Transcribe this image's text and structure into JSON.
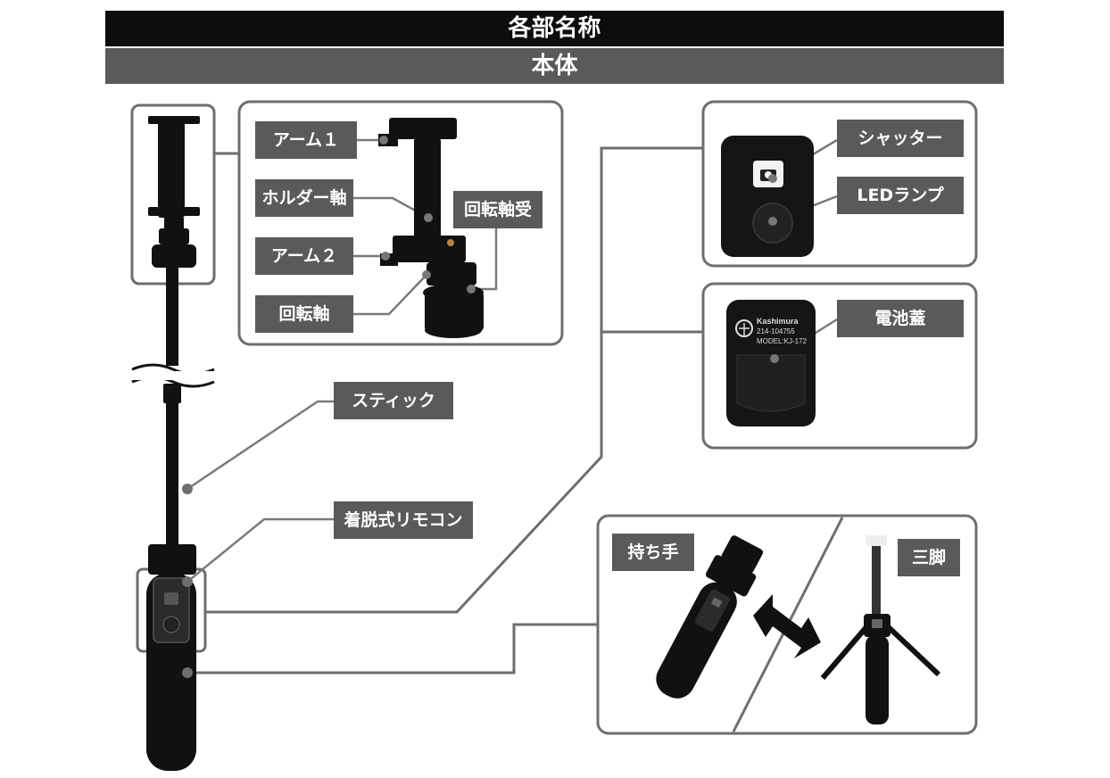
{
  "header": {
    "title": "各部名称",
    "subtitle": "本体"
  },
  "parts": {
    "arm1": "アーム１",
    "holder_shaft": "ホルダー軸",
    "arm2": "アーム２",
    "rotation_shaft": "回転軸",
    "rotation_bearing": "回転軸受",
    "stick": "スティック",
    "detachable_remote": "着脱式リモコン",
    "shutter": "シャッター",
    "led_lamp": "LEDランプ",
    "battery_cover": "電池蓋",
    "grip": "持ち手",
    "tripod": "三脚"
  },
  "remote_back": {
    "brand": "Kashimura",
    "code": "214-104755",
    "model": "MODEL:KJ-172"
  },
  "colors": {
    "title_bg": "#0d0d0d",
    "label_bg": "#5a5a5a",
    "frame": "#6e6e6e",
    "product": "#111111"
  }
}
